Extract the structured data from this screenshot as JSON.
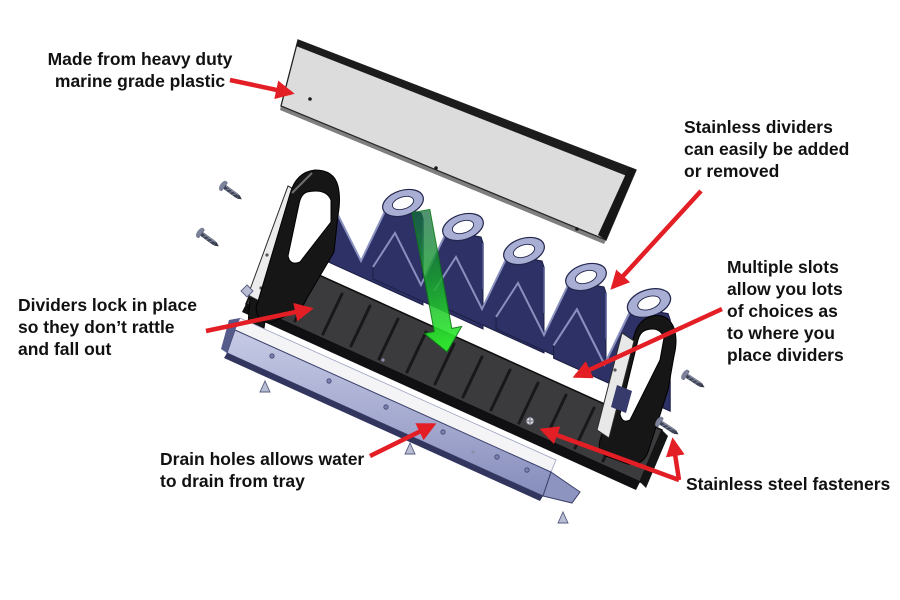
{
  "figure": {
    "annotations": {
      "lid_label": "Made from heavy duty\nmarine grade plastic",
      "dividers_add_label": "Stainless dividers\ncan easily be added\nor removed",
      "slots_label": "Multiple slots\nallow you lots\nof choices as\nto where you\nplace dividers",
      "lock_label": "Dividers lock in place\nso they don’t rattle\nand fall out",
      "drain_label": "Drain holes allows water\nto drain from tray",
      "fasteners_label": "Stainless steel fasteners"
    },
    "colors": {
      "annotation_text": "#111111",
      "arrow_red": "#e31e25",
      "insert_arrow_green": "#2bee2e",
      "lid_gray": "#dcdcdc",
      "divider_navy": "#2d3166",
      "divider_highlight": "#9aa1cb",
      "tray_charcoal": "#3b3b3e",
      "handle_black": "#161616",
      "rail_lavender": "#a9aed2"
    }
  }
}
